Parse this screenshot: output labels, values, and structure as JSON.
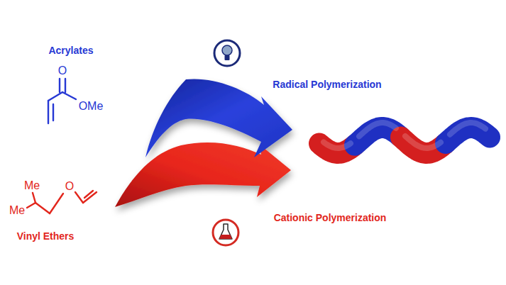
{
  "diagram": {
    "labels": [
      "Acrylates",
      "O",
      "OMe",
      "Me",
      "Me",
      "O",
      "Vinyl Ethers",
      "Radical Polymerization",
      "Cationic Polymerization"
    ]
  }
}
